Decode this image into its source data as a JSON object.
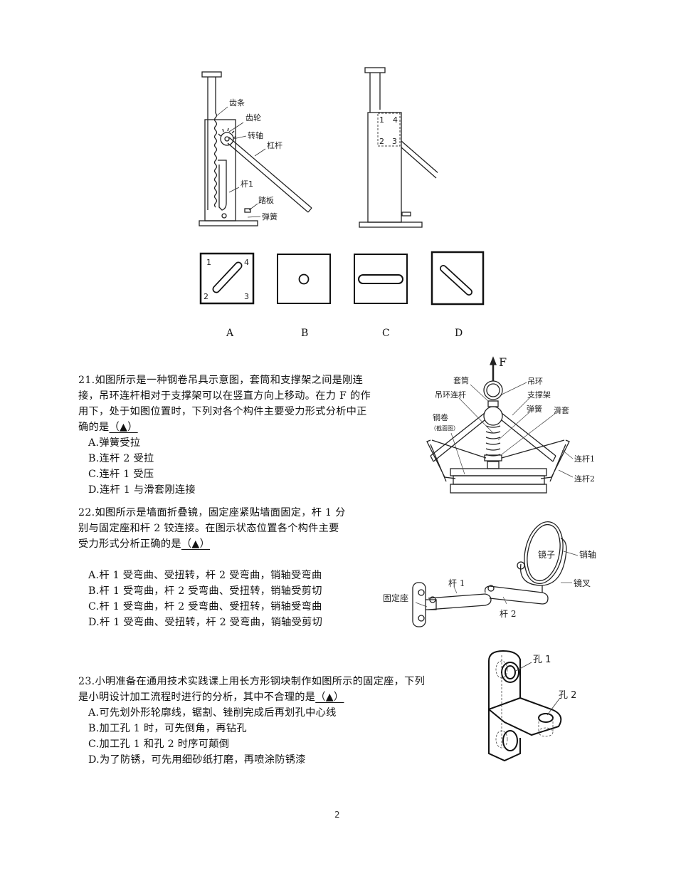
{
  "jack_figure": {
    "labels": [
      "齿条",
      "齿轮",
      "转轴",
      "杠杆",
      "杆1",
      "踏板",
      "弹簧"
    ],
    "side_view_corners": [
      "1",
      "4",
      "2",
      "3"
    ]
  },
  "slot_options": {
    "items": [
      {
        "letter": "A",
        "shape": "diagonal-slot-up",
        "corners": [
          "1",
          "4",
          "2",
          "3"
        ]
      },
      {
        "letter": "B",
        "shape": "round-hole"
      },
      {
        "letter": "C",
        "shape": "horizontal-slot"
      },
      {
        "letter": "D",
        "shape": "diagonal-slot-down"
      }
    ]
  },
  "q21": {
    "lines": [
      "21.如图所示是一种钢卷吊具示意图，套筒和支撑架之间是刚连",
      "接，吊环连杆相对于支撑架可以在竖直方向上移动。在力 F 的作",
      "用下，处于如图位置时，下列对各个构件主要受力形式分析中正"
    ],
    "last_line_prefix": "确的是",
    "blank": "（▲）",
    "options": [
      "A.弹簧受拉",
      "B.连杆 2 受拉",
      "C.连杆 1 受压",
      "D.连杆 1 与滑套刚连接"
    ],
    "figure_labels": {
      "force": "F",
      "sleeve": "套筒",
      "ring": "吊环",
      "ring_rod": "吊环连杆",
      "support": "支撑架",
      "spring": "弹簧",
      "slide_sleeve": "滑套",
      "coil": "钢卷",
      "coil_note": "（截面图）",
      "rod1": "连杆1",
      "rod2": "连杆2"
    }
  },
  "q22": {
    "lines": [
      "22.如图所示是墙面折叠镜，固定座紧贴墙面固定，杆 1 分",
      "别与固定座和杆 2 铰连接。在图示状态位置各个构件主要"
    ],
    "last_line_prefix": "受力形式分析正确的是",
    "blank": "（▲）",
    "options": [
      "A.杆 1 受弯曲、受扭转，杆 2 受弯曲，销轴受弯曲",
      "B.杆 1 受弯曲，杆 2 受弯曲、受扭转，销轴受剪切",
      "C.杆 1 受弯曲，杆 2 受弯曲、受扭转，销轴受弯曲",
      "D.杆 1 受弯曲、受扭转，杆 2 受弯曲，销轴受剪切"
    ],
    "figure_labels": {
      "mirror": "镜子",
      "pin": "销轴",
      "fork": "镜叉",
      "rod1": "杆 1",
      "rod2": "杆 2",
      "base": "固定座"
    }
  },
  "q23": {
    "lines": [
      "23.小明准备在通用技术实践课上用长方形钢块制作如图所示的固定座，下列"
    ],
    "last_line_prefix": "是小明设计加工流程时进行的分析，其中不合理的是",
    "blank": "（▲）",
    "options": [
      "A.可先划外形轮廓线，锯割、锉削完成后再划孔中心线",
      "B.加工孔 1 时，可先倒角，再钻孔",
      "C.加工孔 1 和孔 2 时序可颠倒",
      "D.为了防锈，可先用细砂纸打磨，再喷涂防锈漆"
    ],
    "figure_labels": {
      "hole1": "孔 1",
      "hole2": "孔 2"
    }
  },
  "page_number": "2"
}
